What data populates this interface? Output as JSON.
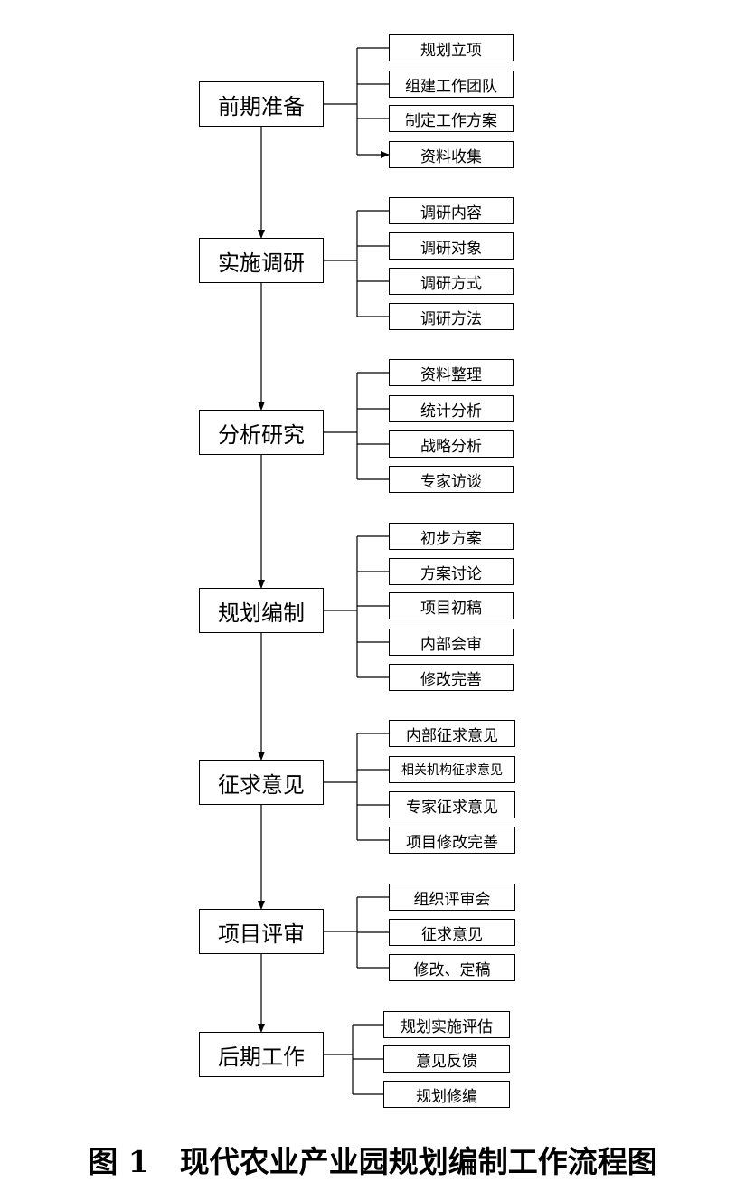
{
  "stages": [
    {
      "label": "前期准备",
      "items": [
        "规划立项",
        "组建工作团队",
        "制定工作方案",
        "资料收集"
      ]
    },
    {
      "label": "实施调研",
      "items": [
        "调研内容",
        "调研对象",
        "调研方式",
        "调研方法"
      ]
    },
    {
      "label": "分析研究",
      "items": [
        "资料整理",
        "统计分析",
        "战略分析",
        "专家访谈"
      ]
    },
    {
      "label": "规划编制",
      "items": [
        "初步方案",
        "方案讨论",
        "项目初稿",
        "内部会审",
        "修改完善"
      ]
    },
    {
      "label": "征求意见",
      "items": [
        "内部征求意见",
        "相关机构征求意见",
        "专家征求意见",
        "项目修改完善"
      ]
    },
    {
      "label": "项目评审",
      "items": [
        "组织评审会",
        "征求意见",
        "修改、定稿"
      ]
    },
    {
      "label": "后期工作",
      "items": [
        "规划实施评估",
        "意见反馈",
        "规划修编"
      ]
    }
  ],
  "caption": {
    "number": "图 1",
    "text": "现代农业产业园规划编制工作流程图"
  },
  "colors": {
    "line": "#000000",
    "background": "#ffffff"
  }
}
